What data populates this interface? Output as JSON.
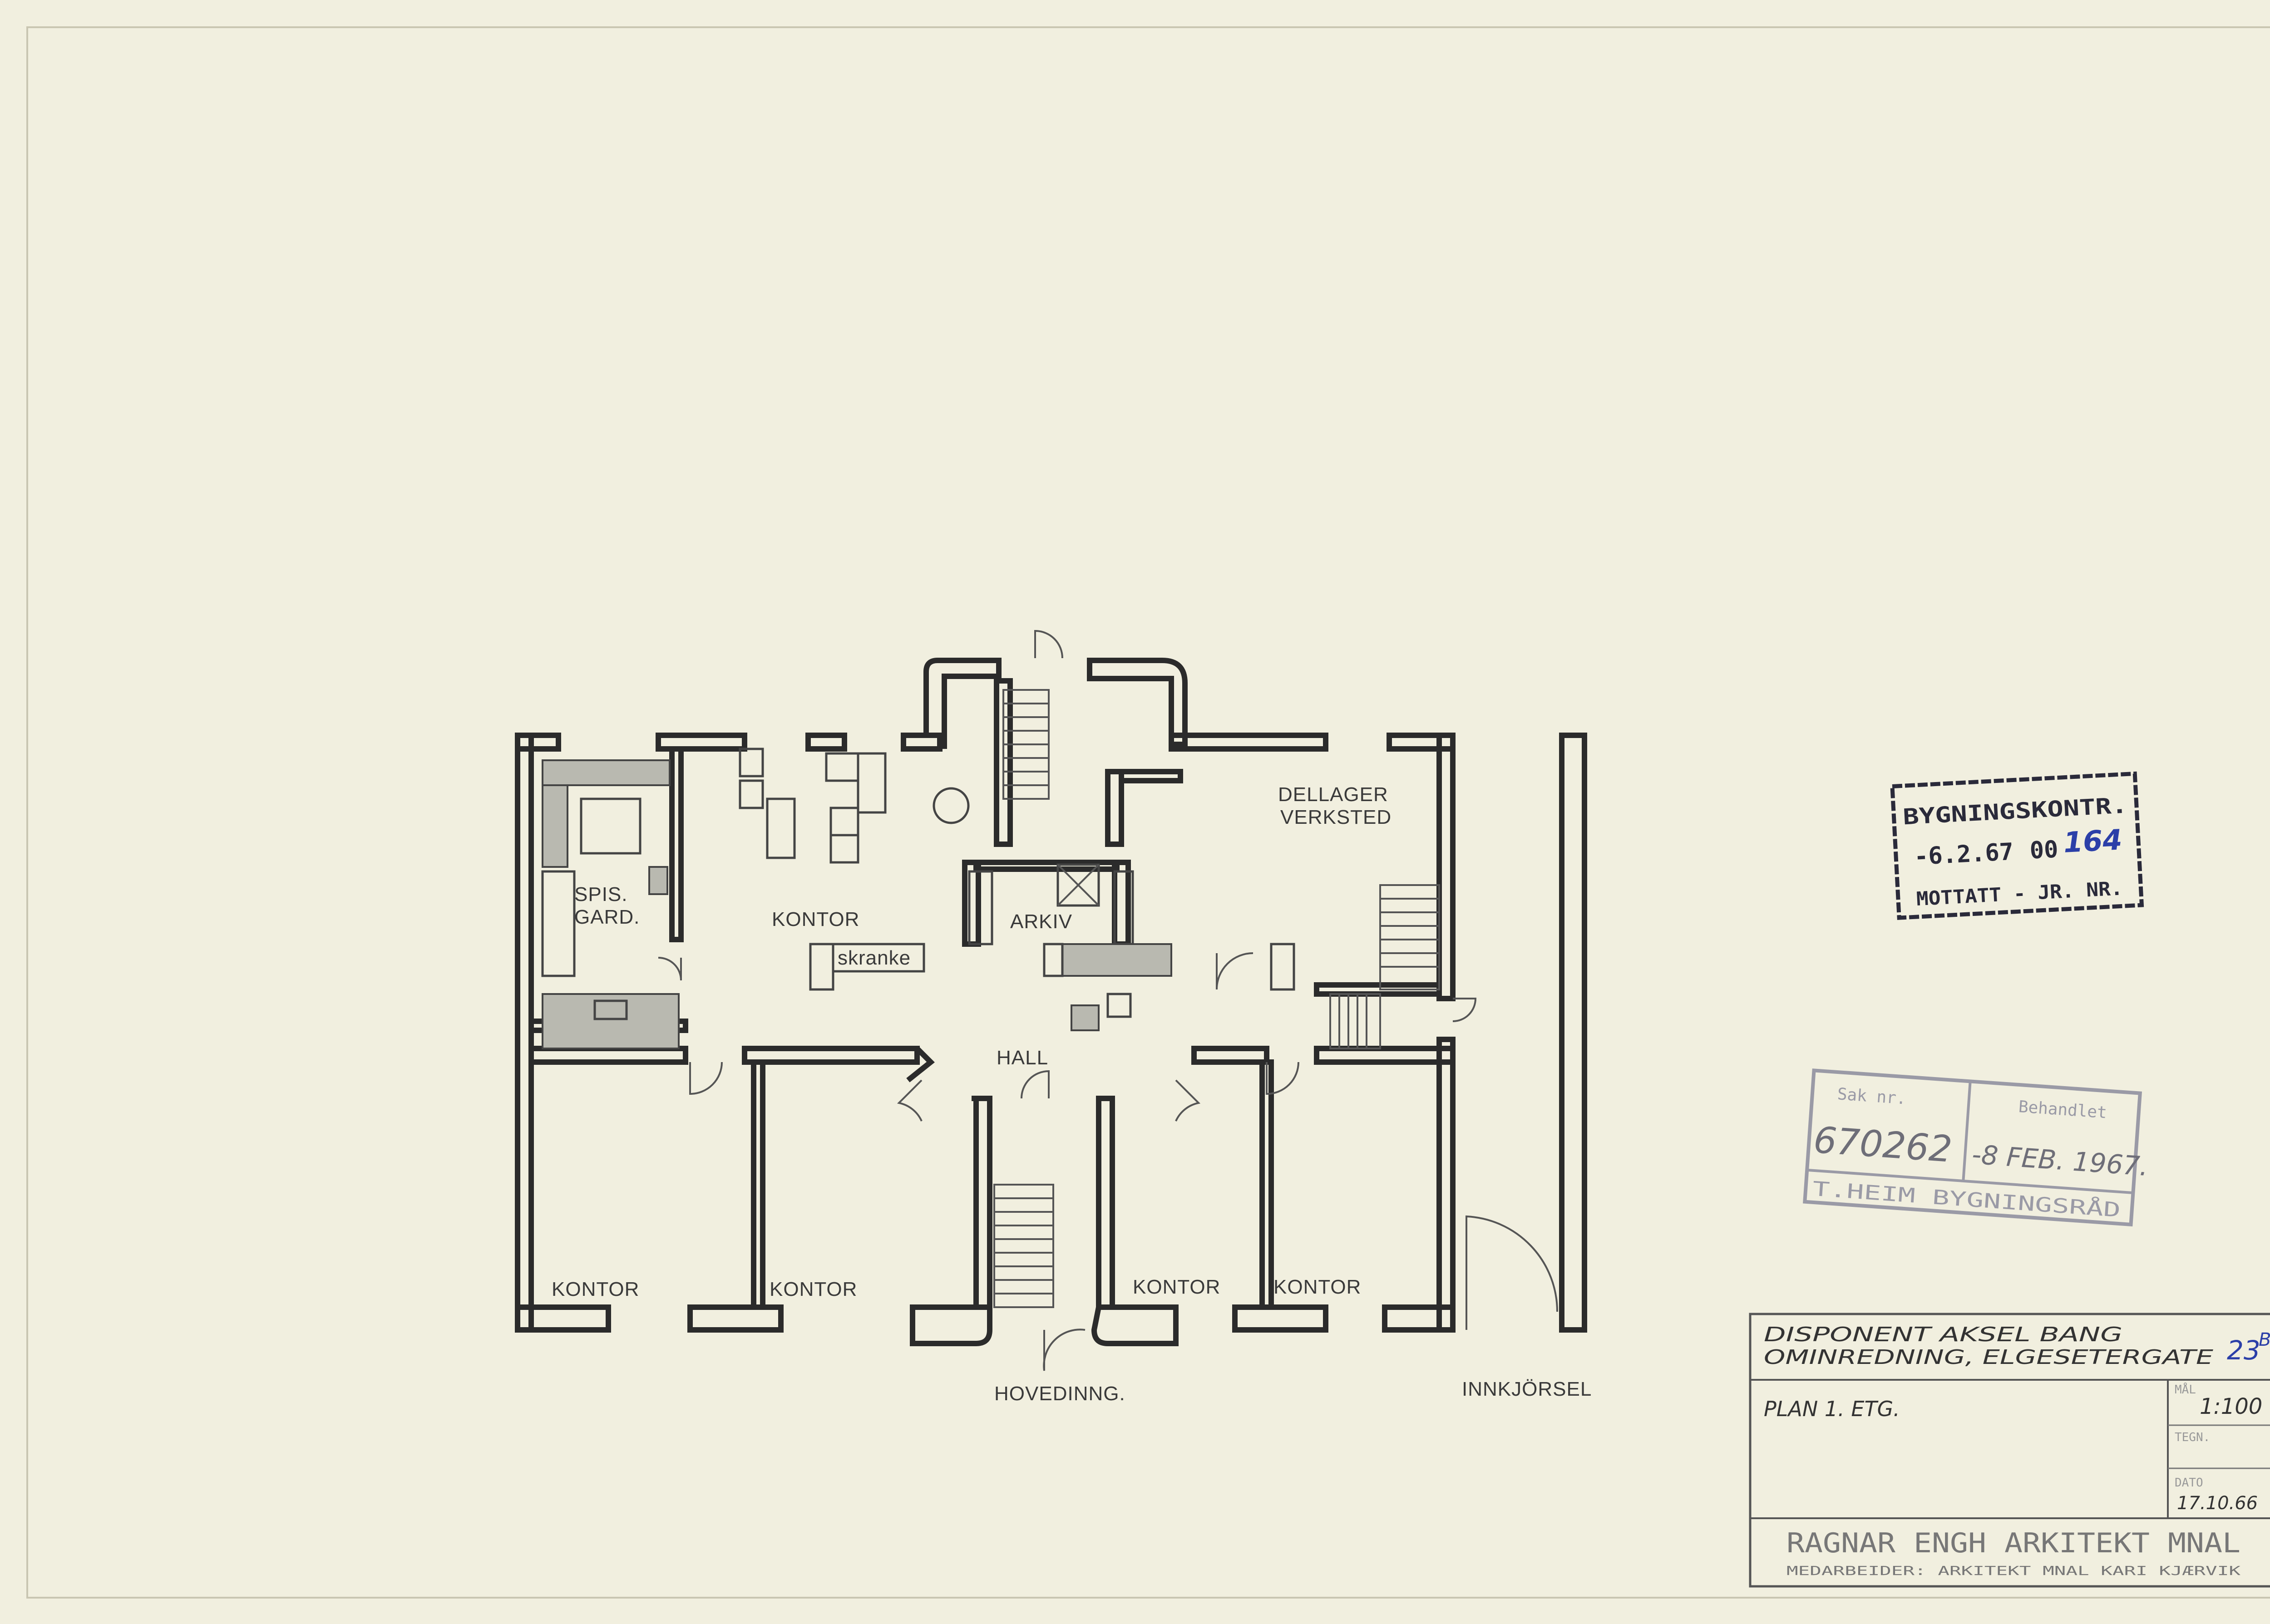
{
  "plan": {
    "rooms": {
      "spis_gard": "SPIS.\nGARD.",
      "spis_line1": "SPIS.",
      "spis_line2": "GARD.",
      "kontor_top": "KONTOR",
      "skranke": "skranke",
      "arkiv": "ARKIV",
      "dellager": "DELLAGER",
      "verksted": "VERKSTED",
      "hall": "HALL",
      "kontor_1": "KONTOR",
      "kontor_2": "KONTOR",
      "kontor_3": "KONTOR",
      "kontor_4": "KONTOR"
    },
    "entrances": {
      "main": "HOVEDINNG.",
      "drive": "INNKJÖRSEL"
    }
  },
  "stamp_1": {
    "line1": "BYGNINGSKONTR.",
    "date": "-6.2.67",
    "number_prefix": "00",
    "number_hand": "164",
    "line3": "MOTTATT - JR. NR."
  },
  "stamp_2": {
    "sak_label": "Sak nr.",
    "sak_value": "670262",
    "beh_label": "Behandlet",
    "beh_value": "-8 FEB. 1967.",
    "footer": "T.HEIM BYGNINGSRÅD"
  },
  "title_block": {
    "client": "DISPONENT AKSEL BANG",
    "project": "OMINREDNING, ELGESETERGATE",
    "house_number": "23",
    "house_suffix": "B",
    "drawing": "PLAN  1. ETG.",
    "scale_label": "MÅL",
    "scale": "1:100",
    "drawn_label": "TEGN.",
    "date_label": "DATO",
    "date": "17.10.66",
    "architect": "RAGNAR ENGH ARKITEKT MNAL",
    "collaborator": "MEDARBEIDER: ARKITEKT MNAL KARI KJÆRVIK"
  },
  "colors": {
    "paper": "#f1efdf",
    "ink": "#2b2b2b",
    "stamp_ink": "#2a2a3a",
    "stamp_faded": "#9a9aa6",
    "hand_blue": "#2b3fa8"
  }
}
